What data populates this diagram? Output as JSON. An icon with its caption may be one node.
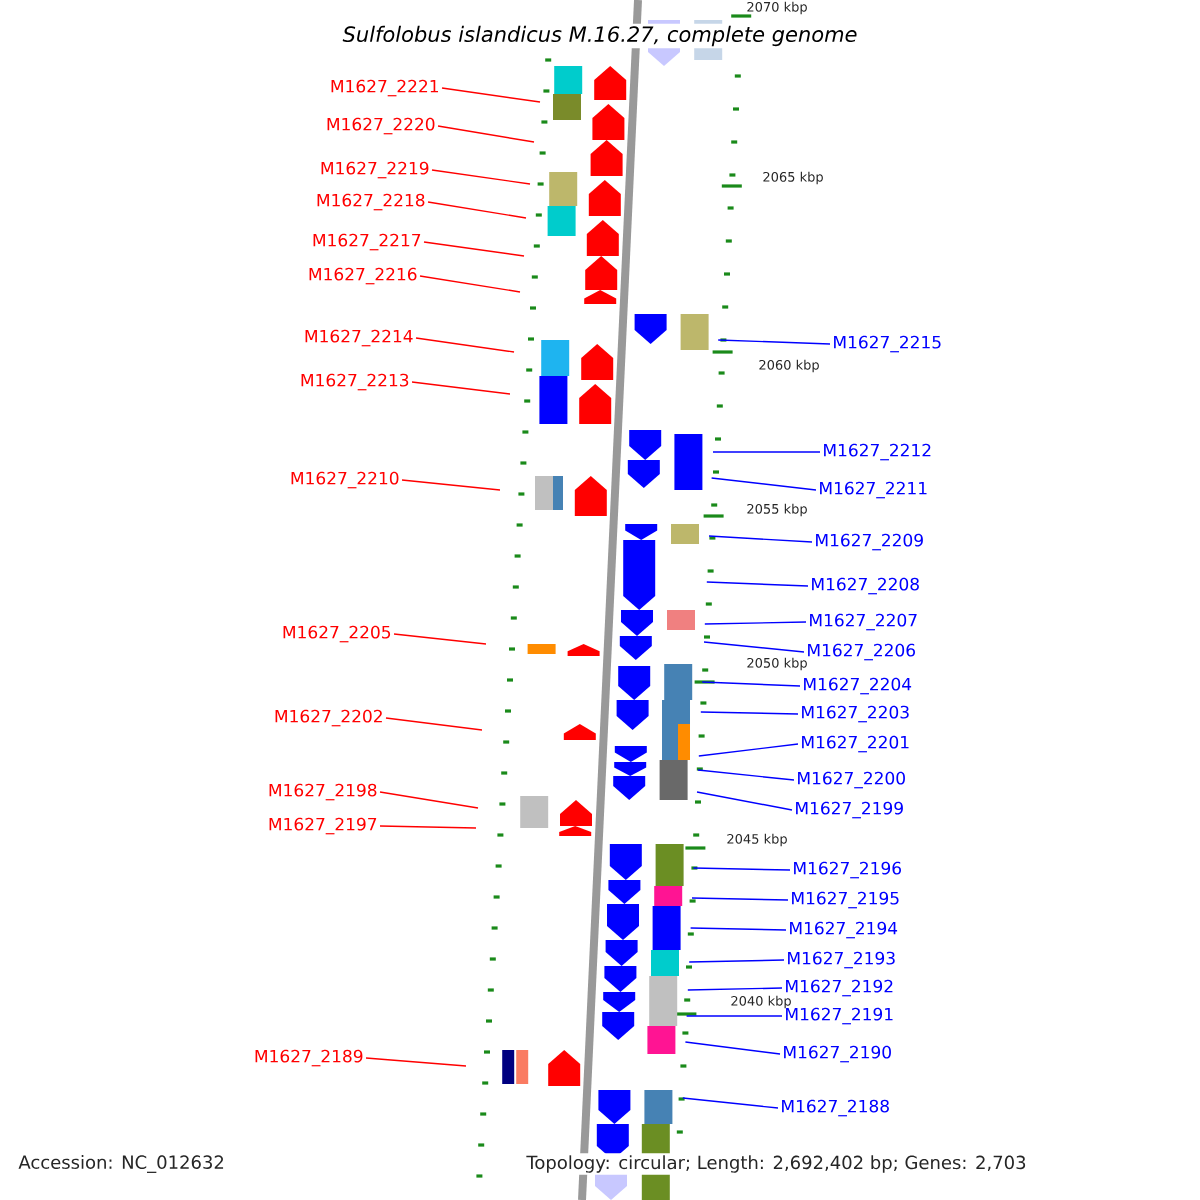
{
  "diagram": {
    "title": "Sulfolobus islandicus M.16.27, complete genome",
    "nodes": [
      {
        "text": [
          "M1627_2221"
        ]
      },
      {
        "text": [
          "M1627_2220"
        ]
      },
      {
        "text": [
          "M1627_2219"
        ]
      },
      {
        "text": [
          "M1627_2218"
        ]
      },
      {
        "text": [
          "M1627_2217"
        ]
      },
      {
        "text": [
          "M1627_2216"
        ]
      },
      {
        "text": [
          "M1627_2214"
        ]
      },
      {
        "text": [
          "M1627_2213"
        ]
      },
      {
        "text": [
          "M1627_2210"
        ]
      },
      {
        "text": [
          "M1627_2205"
        ]
      },
      {
        "text": [
          "M1627_2202"
        ]
      },
      {
        "text": [
          "M1627_2198"
        ]
      },
      {
        "text": [
          "M1627_2197"
        ]
      },
      {
        "text": [
          "M1627_2189"
        ]
      },
      {
        "text": [
          "M1627_2215"
        ]
      },
      {
        "text": [
          "M1627_2212"
        ]
      },
      {
        "text": [
          "M1627_2211"
        ]
      },
      {
        "text": [
          "M1627_2209"
        ]
      },
      {
        "text": [
          "M1627_2208"
        ]
      },
      {
        "text": [
          "M1627_2207"
        ]
      },
      {
        "text": [
          "M1627_2206"
        ]
      },
      {
        "text": [
          "M1627_2204"
        ]
      },
      {
        "text": [
          "M1627_2203"
        ]
      },
      {
        "text": [
          "M1627_2201"
        ]
      },
      {
        "text": [
          "M1627_2200"
        ]
      },
      {
        "text": [
          "M1627_2199"
        ]
      },
      {
        "text": [
          "M1627_2196"
        ]
      },
      {
        "text": [
          "M1627_2195"
        ]
      },
      {
        "text": [
          "M1627_2194"
        ]
      },
      {
        "text": [
          "M1627_2193"
        ]
      },
      {
        "text": [
          "M1627_2192"
        ]
      },
      {
        "text": [
          "M1627_2191"
        ]
      },
      {
        "text": [
          "M1627_2190"
        ]
      },
      {
        "text": [
          "M1627_2188"
        ]
      }
    ],
    "edges": [
      {
        "from": 0,
        "to": null,
        "arrow": "none",
        "color": "#ff0000"
      },
      {
        "from": 1,
        "to": null,
        "arrow": "none",
        "color": "#ff0000"
      },
      {
        "from": 2,
        "to": null,
        "arrow": "none",
        "color": "#ff0000"
      },
      {
        "from": 3,
        "to": null,
        "arrow": "none",
        "color": "#ff0000"
      },
      {
        "from": 4,
        "to": null,
        "arrow": "none",
        "color": "#ff0000"
      },
      {
        "from": 5,
        "to": null,
        "arrow": "none",
        "color": "#ff0000"
      },
      {
        "from": 6,
        "to": null,
        "arrow": "none",
        "color": "#ff0000"
      },
      {
        "from": 7,
        "to": null,
        "arrow": "none",
        "color": "#ff0000"
      },
      {
        "from": 8,
        "to": null,
        "arrow": "none",
        "color": "#ff0000"
      },
      {
        "from": 9,
        "to": null,
        "arrow": "none",
        "color": "#ff0000"
      },
      {
        "from": 10,
        "to": null,
        "arrow": "none",
        "color": "#ff0000"
      },
      {
        "from": 11,
        "to": null,
        "arrow": "none",
        "color": "#ff0000"
      },
      {
        "from": 12,
        "to": null,
        "arrow": "none",
        "color": "#ff0000"
      },
      {
        "from": 13,
        "to": null,
        "arrow": "none",
        "color": "#ff0000"
      },
      {
        "from": 14,
        "to": null,
        "arrow": "none"
      },
      {
        "from": 15,
        "to": null,
        "arrow": "none"
      },
      {
        "from": 16,
        "to": null,
        "arrow": "none"
      },
      {
        "from": 17,
        "to": null,
        "arrow": "none"
      },
      {
        "from": 18,
        "to": null,
        "arrow": "none"
      },
      {
        "from": 19,
        "to": null,
        "arrow": "none"
      },
      {
        "from": 20,
        "to": null,
        "arrow": "none"
      },
      {
        "from": 21,
        "to": null,
        "arrow": "none"
      },
      {
        "from": 22,
        "to": null,
        "arrow": "none"
      },
      {
        "from": 23,
        "to": null,
        "arrow": "none"
      },
      {
        "from": 24,
        "to": null,
        "arrow": "none"
      },
      {
        "from": 25,
        "to": null,
        "arrow": "none"
      },
      {
        "from": 26,
        "to": null,
        "arrow": "none"
      },
      {
        "from": 27,
        "to": null,
        "arrow": "none"
      },
      {
        "from": 28,
        "to": null,
        "arrow": "none"
      },
      {
        "from": 29,
        "to": null,
        "arrow": "none"
      },
      {
        "from": 30,
        "to": null,
        "arrow": "none"
      },
      {
        "from": 31,
        "to": null,
        "arrow": "none"
      },
      {
        "from": 32,
        "to": null,
        "arrow": "none"
      },
      {
        "from": 33,
        "to": null,
        "arrow": "none"
      }
    ],
    "labels": [
      "2070 kbp",
      "2065 kbp",
      "2060 kbp",
      "2055 kbp",
      "2050 kbp",
      "2045 kbp",
      "2040 kbp",
      "Accession: NC_012632",
      "Topology: circular; Length: 2,692,402 bp; Genes: 2,703"
    ]
  }
}
